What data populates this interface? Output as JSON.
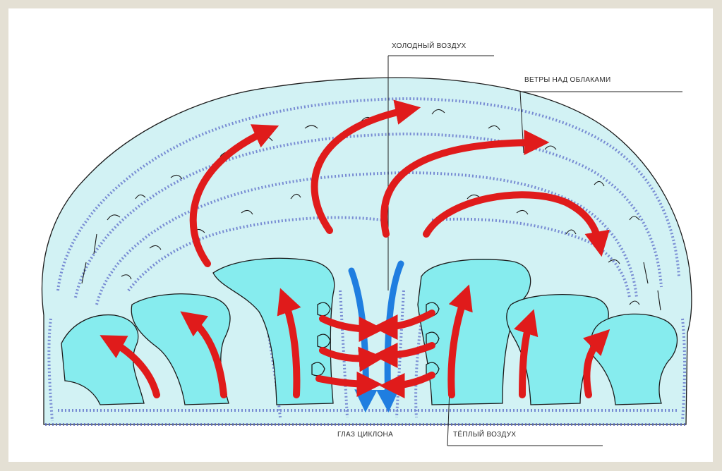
{
  "labels": {
    "cold_air": "ХОЛОДНЫЙ ВОЗДУХ",
    "winds_above_clouds": "ВЕТРЫ НАД ОБЛАКАМИ",
    "cyclone_eye": "ГЛАЗ  ЦИКЛОНА",
    "warm_air": "ТЁПЛЫЙ ВОЗДУХ"
  },
  "colors": {
    "background_border": "#e4e0d4",
    "canvas": "#ffffff",
    "cloud_fill": "#d2f2f4",
    "cloud_outline": "#1a1a1a",
    "cloud_speckle": "#5a6ac8",
    "warm_column_fill": "#86ecee",
    "warm_air_arrow": "#e01b1b",
    "cold_air_arrow": "#1f7ee0",
    "leader_line": "#222222"
  }
}
